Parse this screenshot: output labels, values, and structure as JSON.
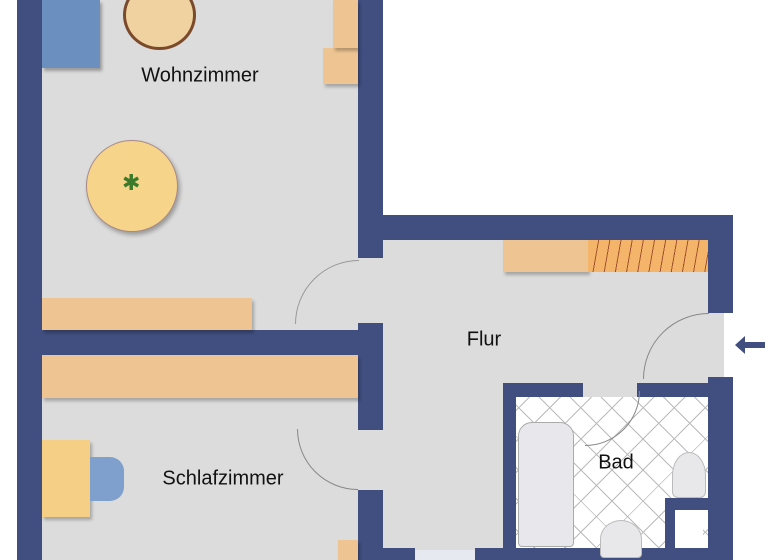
{
  "rooms": {
    "living": "Wohnzimmer",
    "hall": "Flur",
    "bath": "Bad",
    "bedroom": "Schlafzimmer"
  },
  "colors": {
    "wall": "#404f80",
    "floor": "#dcdcdc",
    "wood": "#eec592"
  },
  "icons": {
    "entrance": "arrow-left-icon"
  }
}
